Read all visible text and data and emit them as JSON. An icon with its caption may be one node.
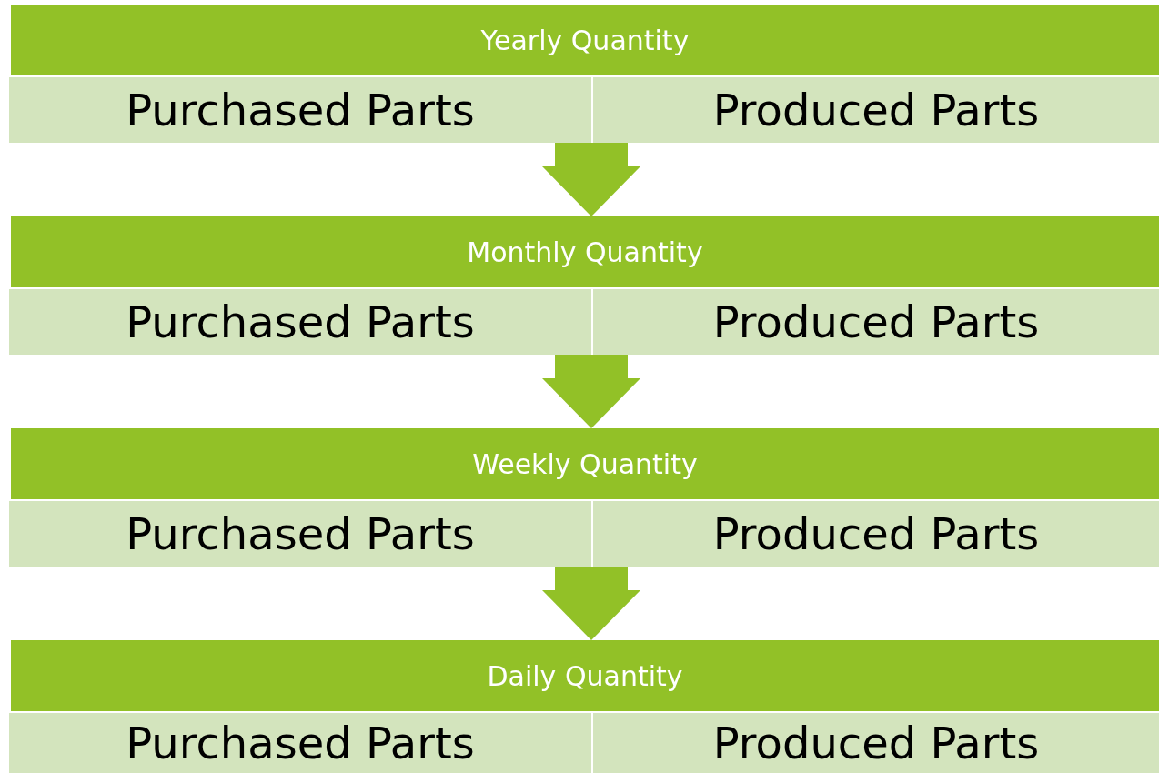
{
  "diagram": {
    "nodes": [
      {
        "text": [
          "Yearly Quantity"
        ]
      },
      {
        "text": [
          "Purchased Parts"
        ]
      },
      {
        "text": [
          "Produced Parts"
        ]
      },
      {
        "text": [
          "Monthly Quantity"
        ]
      },
      {
        "text": [
          "Purchased Parts"
        ]
      },
      {
        "text": [
          "Produced Parts"
        ]
      },
      {
        "text": [
          "Weekly Quantity"
        ]
      },
      {
        "text": [
          "Purchased Parts"
        ]
      },
      {
        "text": [
          "Produced Parts"
        ]
      },
      {
        "text": [
          "Daily Quantity"
        ]
      },
      {
        "text": [
          "Purchased Parts"
        ]
      },
      {
        "text": [
          "Produced Parts"
        ]
      }
    ],
    "edges": [
      {
        "from": 1,
        "to": 3,
        "arrow": "to"
      },
      {
        "from": 2,
        "to": 3,
        "arrow": "to"
      },
      {
        "from": 4,
        "to": 6,
        "arrow": "to"
      },
      {
        "from": 5,
        "to": 6,
        "arrow": "to"
      },
      {
        "from": 7,
        "to": 9,
        "arrow": "to"
      },
      {
        "from": 8,
        "to": 9,
        "arrow": "to"
      }
    ]
  }
}
